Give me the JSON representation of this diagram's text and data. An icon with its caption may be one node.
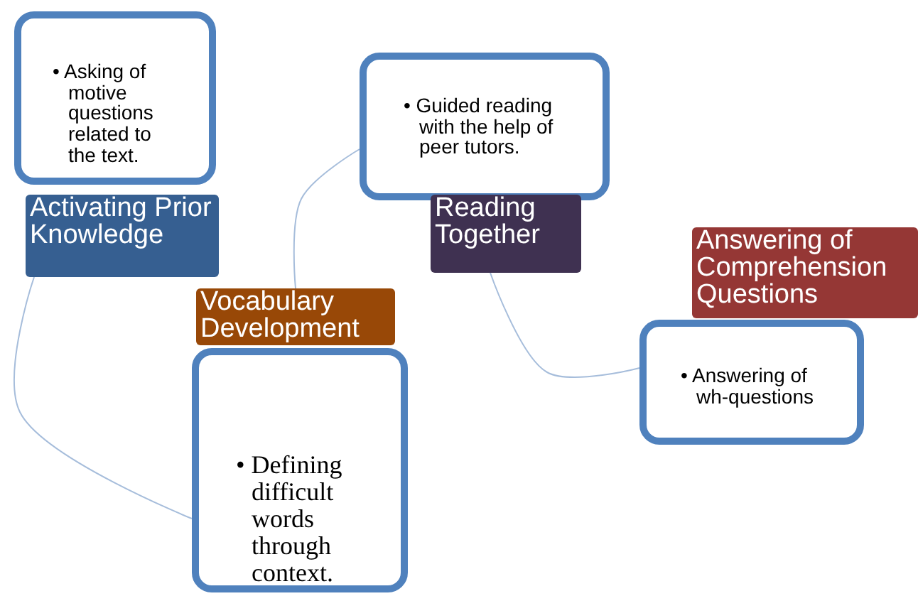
{
  "diagram": {
    "nodes": [
      {
        "text": [
          "• Asking of motive questions related to the text."
        ]
      },
      {
        "text": [
          "Activating Prior Knowledge"
        ]
      },
      {
        "text": [
          "• Guided reading with the help of peer tutors."
        ]
      },
      {
        "text": [
          "Reading Together"
        ]
      },
      {
        "text": [
          "Vocabulary Development"
        ]
      },
      {
        "text": [
          "• Defining difficult words through context."
        ]
      },
      {
        "text": [
          "Answering  of Comprehension Questions"
        ]
      },
      {
        "text": [
          "• Answering of wh-questions"
        ]
      }
    ],
    "edges": [
      {
        "from": 1,
        "to": 5,
        "arrow": "none"
      },
      {
        "from": 4,
        "to": 2,
        "arrow": "none"
      },
      {
        "from": 3,
        "to": 7,
        "arrow": "none"
      }
    ]
  }
}
